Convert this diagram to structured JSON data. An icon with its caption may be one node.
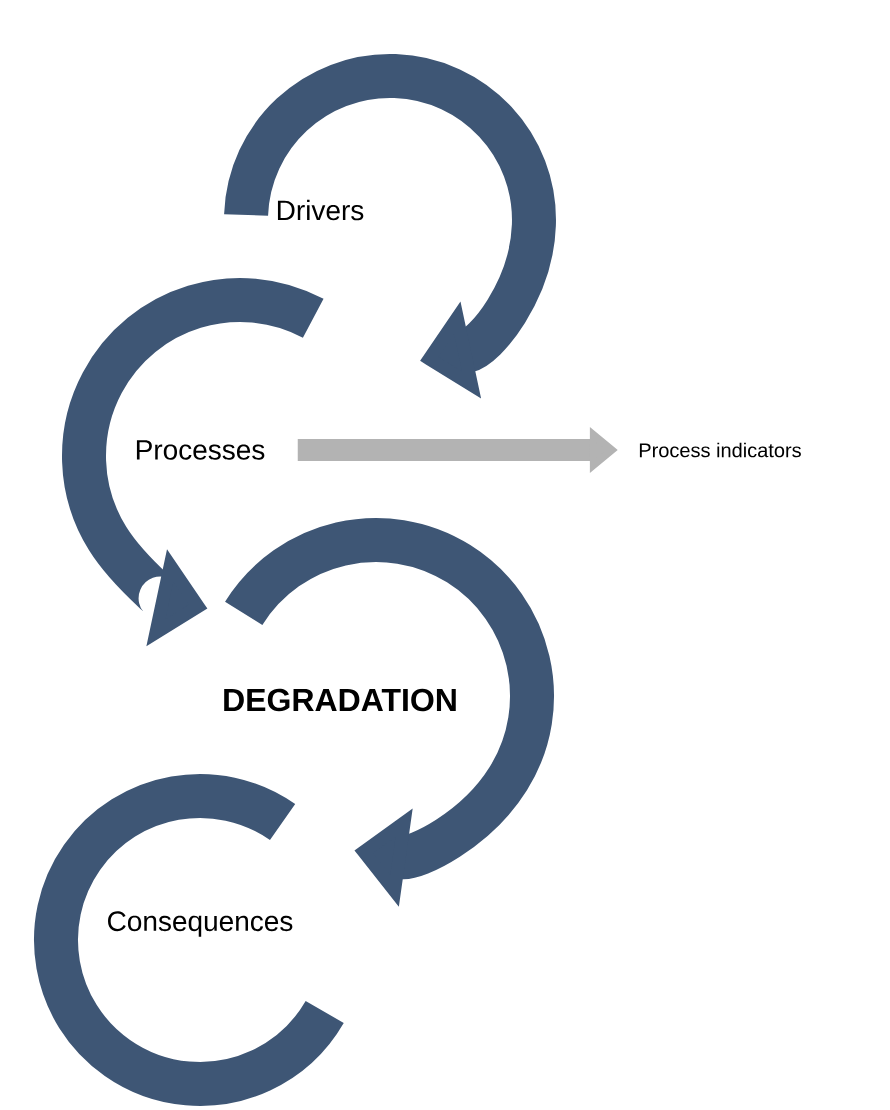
{
  "diagram": {
    "nodes": [
      {
        "text": [
          "Drivers"
        ]
      },
      {
        "text": [
          "Processes"
        ]
      },
      {
        "text": [
          "DEGRADATION"
        ]
      },
      {
        "text": [
          "Consequences"
        ]
      },
      {
        "text": [
          "Process indicators"
        ]
      }
    ],
    "edges": [
      {
        "from": 1,
        "to": 4,
        "arrow": "to",
        "color": "#b3b3b3"
      }
    ]
  }
}
